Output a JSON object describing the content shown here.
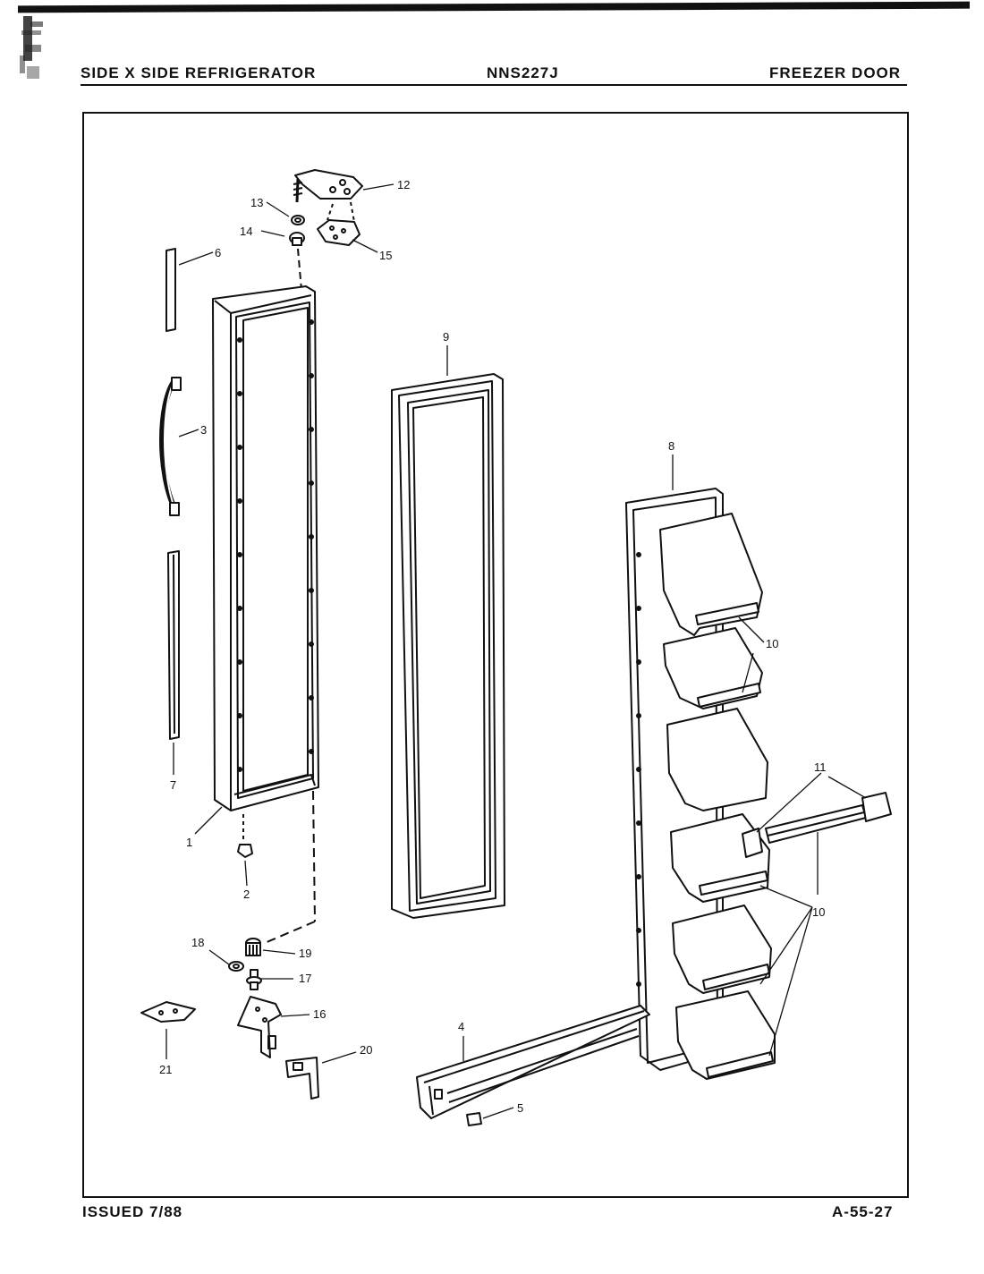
{
  "header": {
    "left": "SIDE X SIDE REFRIGERATOR",
    "center": "NNS227J",
    "right": "FREEZER DOOR"
  },
  "footer": {
    "left": "ISSUED 7/88",
    "right": "A-55-27"
  },
  "callouts": [
    "1",
    "2",
    "3",
    "4",
    "5",
    "6",
    "7",
    "8",
    "9",
    "10",
    "10",
    "10",
    "11",
    "12",
    "13",
    "14",
    "15",
    "16",
    "17",
    "18",
    "19",
    "20",
    "21"
  ]
}
